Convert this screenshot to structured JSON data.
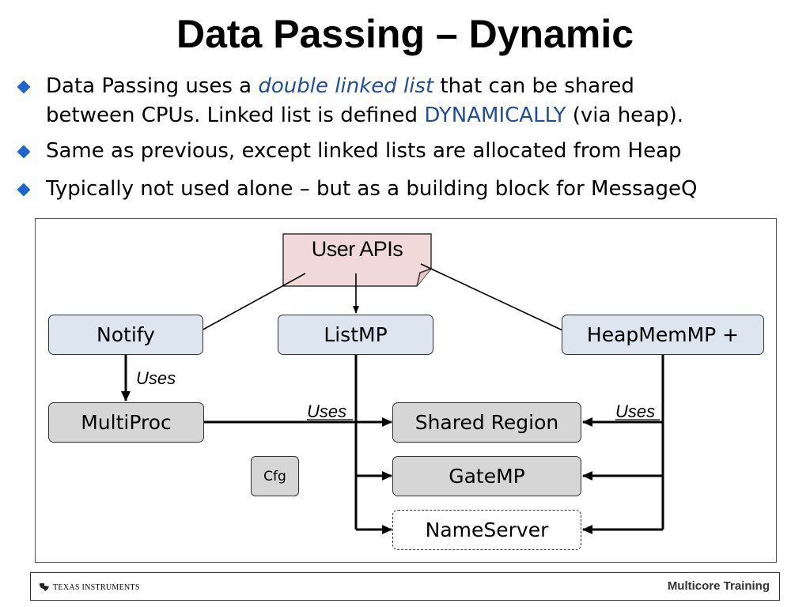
{
  "title": "Data Passing – Dynamic",
  "bullets": [
    {
      "line1_pre": "Data Passing uses a ",
      "line1_em": "double linked list",
      "line1_post": " that can be shared",
      "line2_pre": "between CPUs. Linked list is defined ",
      "line2_em": "DYNAMICALLY",
      "line2_post": " (via heap)."
    },
    {
      "text": "Same as previous, except linked lists are allocated from Heap"
    },
    {
      "text": "Typically not used alone – but as a building block for MessageQ"
    }
  ],
  "diagram": {
    "user_apis": "User APIs",
    "notify": "Notify",
    "listmp": "ListMP",
    "heapmemmp": "HeapMemMP +",
    "multiproc": "MultiProc",
    "shared_region": "Shared Region",
    "gatemp": "GateMP",
    "nameserver": "NameServer",
    "cfg": "Cfg",
    "uses_notify": "Uses",
    "uses_multiproc": "Uses",
    "uses_heap": "Uses"
  },
  "colors": {
    "bullet_diamond": "#1f66d1",
    "accent_text": "#1f4e9c",
    "blue_box": "#dde5f1",
    "gray_box": "#d6d6d6",
    "note_fill": "#f2d9d9"
  },
  "footer": {
    "logo_text": "TEXAS INSTRUMENTS",
    "right_text": "Multicore Training"
  }
}
